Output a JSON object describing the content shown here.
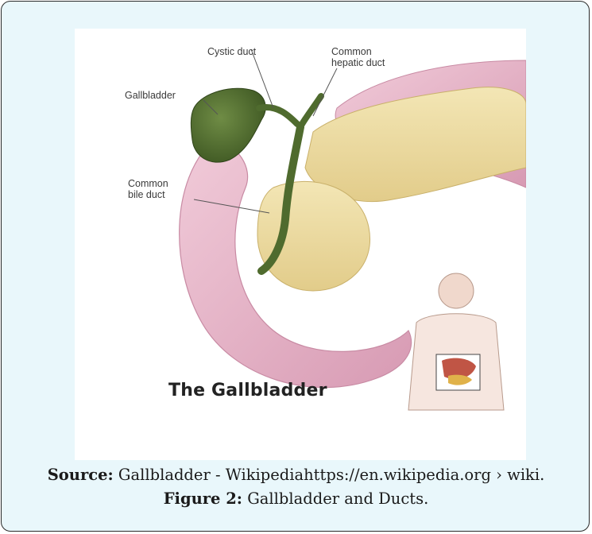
{
  "figure": {
    "labels": {
      "cystic_duct": "Cystic duct",
      "common_hepatic_duct": "Common\nhepatic duct",
      "gallbladder": "Gallbladder",
      "common_bile_duct": "Common\nbile duct"
    },
    "title": "The Gallbladder"
  },
  "caption": {
    "source_label": "Source:",
    "source_text": "Gallbladder - Wikipediahttps://en.wikipedia.org › wiki.",
    "figure_label": "Figure 2:",
    "figure_text": "Gallbladder and Ducts."
  },
  "colors": {
    "frame_background": "#e9f7fb",
    "gallbladder": "#4f6b2e",
    "stomach": "#e7b6c9",
    "pancreas": "#efe0a8"
  }
}
